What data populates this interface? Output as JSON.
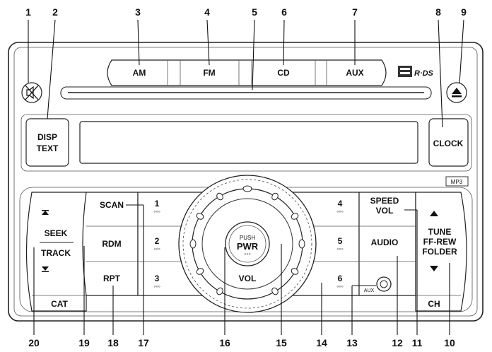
{
  "callouts": [
    "1",
    "2",
    "3",
    "4",
    "5",
    "6",
    "7",
    "8",
    "9",
    "10",
    "11",
    "12",
    "13",
    "14",
    "15",
    "16",
    "17",
    "18",
    "19",
    "20"
  ],
  "buttons": {
    "am": "AM",
    "fm": "FM",
    "cd": "CD",
    "aux": "AUX",
    "disp_line1": "DISP",
    "disp_line2": "TEXT",
    "clock": "CLOCK",
    "mp3": "MP3",
    "scan": "SCAN",
    "rdm": "RDM",
    "rpt": "RPT",
    "seek": "SEEK",
    "track": "TRACK",
    "cat": "CAT",
    "preset1": "1",
    "preset2": "2",
    "preset3": "3",
    "preset4": "4",
    "preset5": "5",
    "preset6": "6",
    "preset_dots": "◦◦◦",
    "push": "PUSH",
    "pwr": "PWR",
    "vol": "VOL",
    "speed": "SPEED",
    "speed_vol": "VOL",
    "audio": "AUDIO",
    "aux_jack": "AUX",
    "tune": "TUNE",
    "ff_rew": "FF-REW",
    "folder": "FOLDER",
    "ch": "CH",
    "rds": "R·DS"
  },
  "icons": [
    "mute-icon",
    "eject-icon",
    "up-arrow-icon",
    "down-arrow-icon",
    "seek-up-icon",
    "seek-down-icon",
    "aux-jack-icon"
  ]
}
